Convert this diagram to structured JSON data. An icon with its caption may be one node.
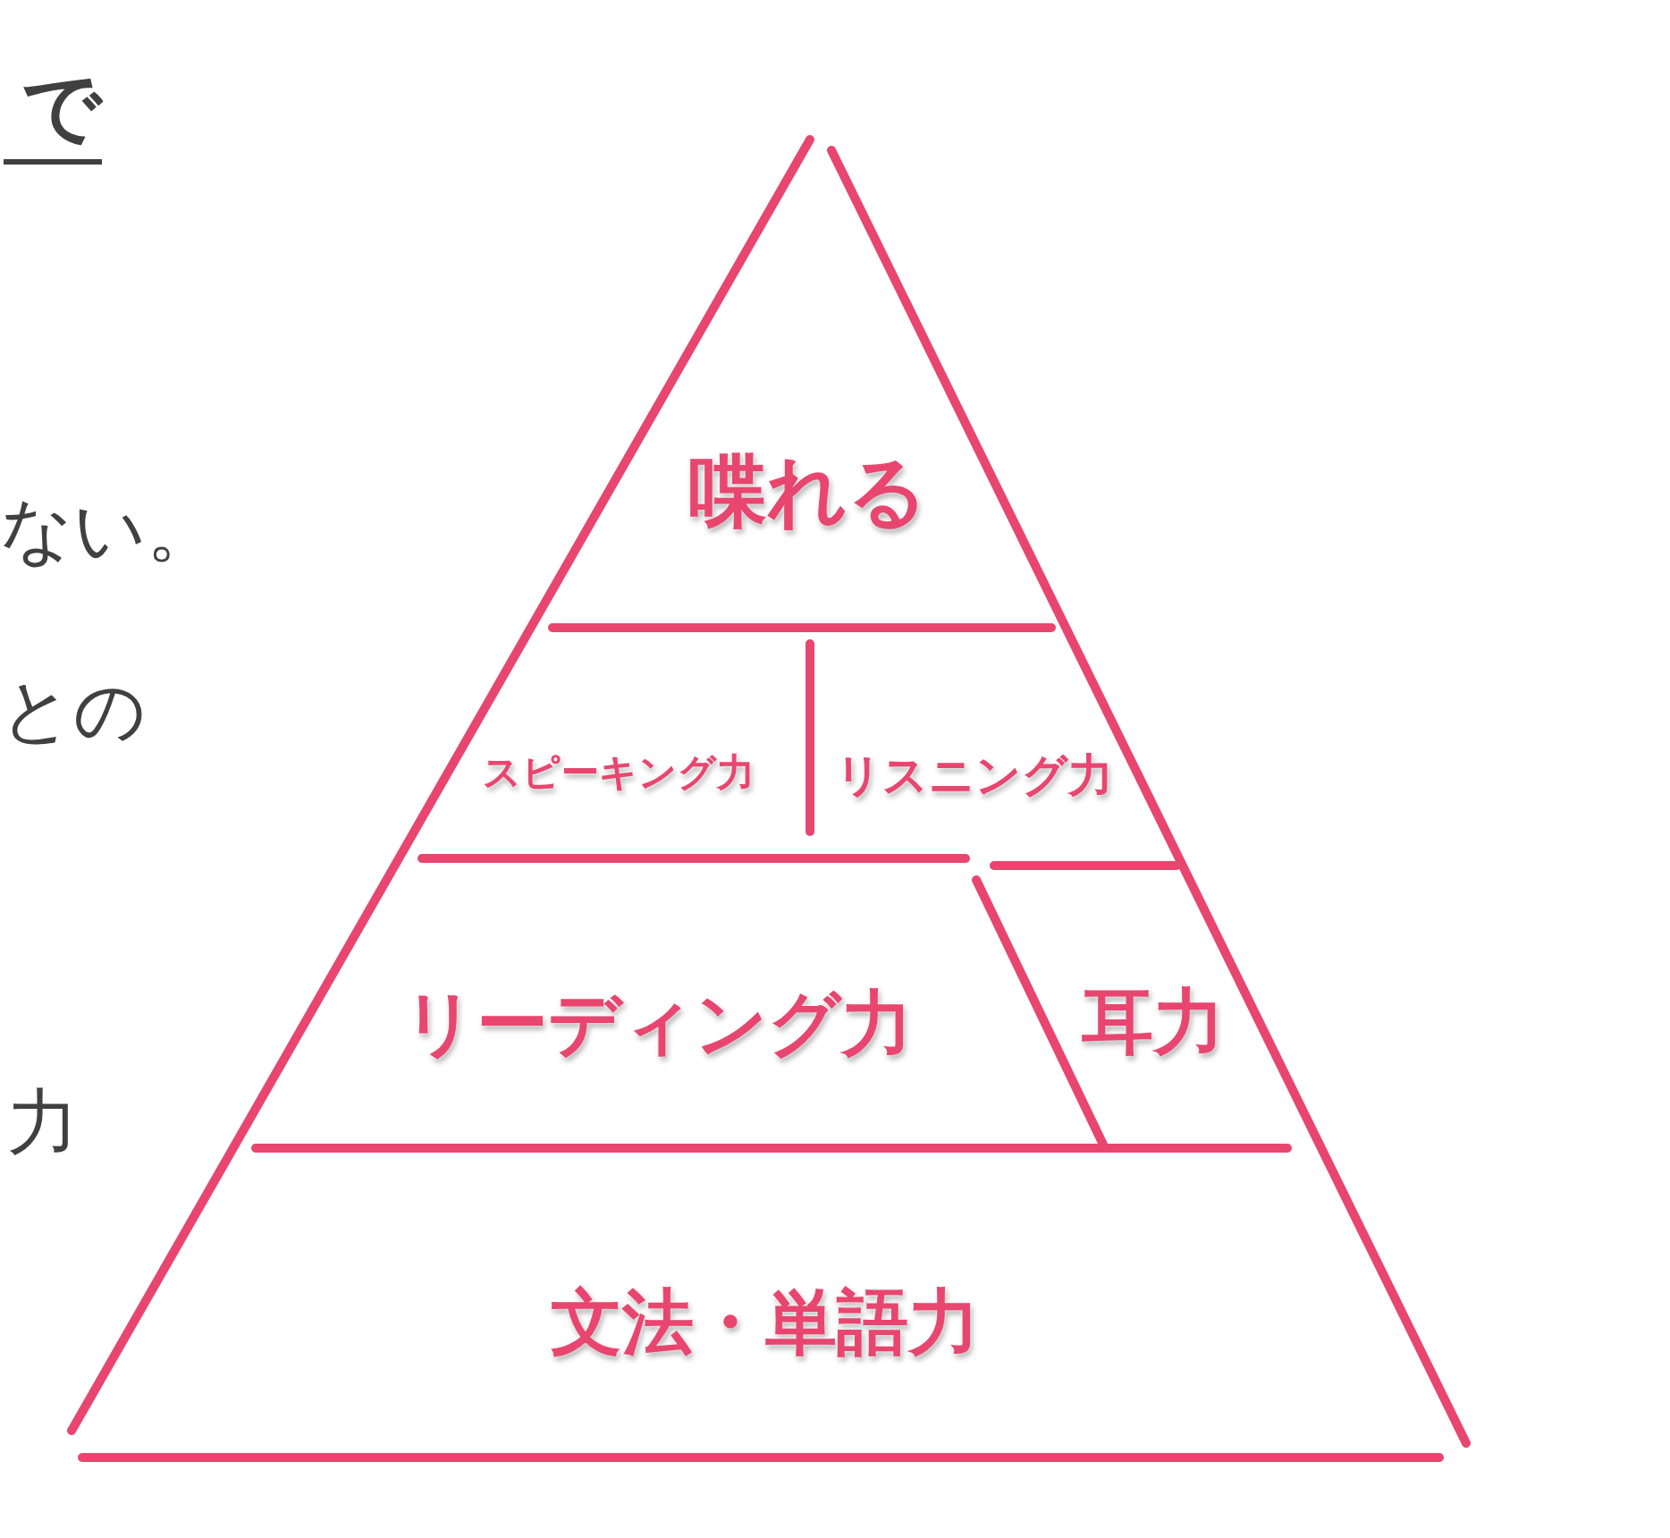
{
  "diagram": {
    "nodes": [
      {
        "text": [
          "喋れる"
        ]
      },
      {
        "text": [
          "スピーキング力"
        ]
      },
      {
        "text": [
          "リスニング力"
        ]
      },
      {
        "text": [
          "リーディング力"
        ]
      },
      {
        "text": [
          "耳力"
        ]
      },
      {
        "text": [
          "文法・単語力"
        ]
      }
    ],
    "labels": [
      "で",
      "ない。",
      "との",
      "力"
    ]
  }
}
